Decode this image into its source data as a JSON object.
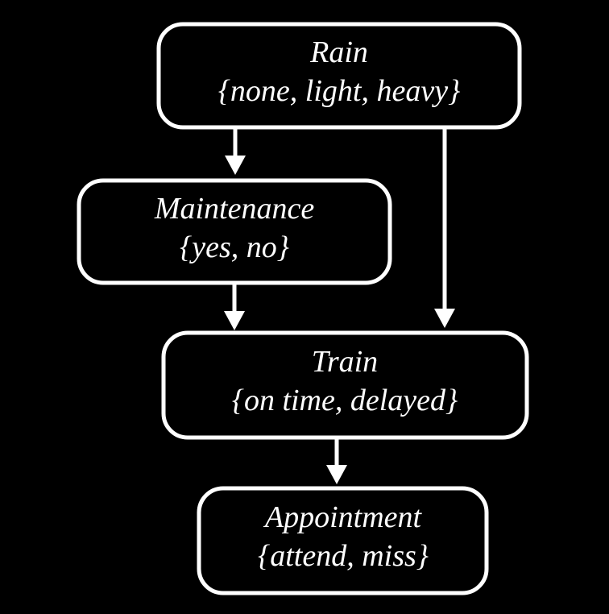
{
  "colors": {
    "background": "#000000",
    "node_fill": "#000000",
    "node_border": "#ffffff",
    "text": "#ffffff",
    "arrow": "#ffffff"
  },
  "diagram": {
    "kind": "bayesian-network",
    "nodes": [
      {
        "id": "rain",
        "label": "Rain",
        "values": "{none, light, heavy}"
      },
      {
        "id": "maintenance",
        "label": "Maintenance",
        "values": "{yes, no}"
      },
      {
        "id": "train",
        "label": "Train",
        "values": "{on time, delayed}"
      },
      {
        "id": "appointment",
        "label": "Appointment",
        "values": "{attend, miss}"
      }
    ],
    "edges": [
      {
        "from": "Rain",
        "to": "Maintenance"
      },
      {
        "from": "Rain",
        "to": "Train"
      },
      {
        "from": "Maintenance",
        "to": "Train"
      },
      {
        "from": "Train",
        "to": "Appointment"
      }
    ]
  }
}
